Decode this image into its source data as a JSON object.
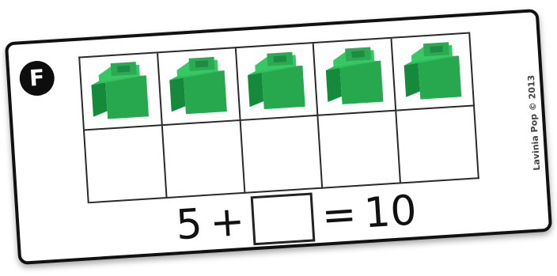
{
  "card": {
    "letter": "F",
    "credit": "Lavinia Pop © 2013"
  },
  "ten_frame": {
    "rows": 2,
    "columns": 5,
    "filled_cells": 5,
    "counter": "green-cube-icon",
    "counter_color": "#22a54b"
  },
  "equation": {
    "addend": "5",
    "plus": "+",
    "equals": "=",
    "total": "10"
  }
}
